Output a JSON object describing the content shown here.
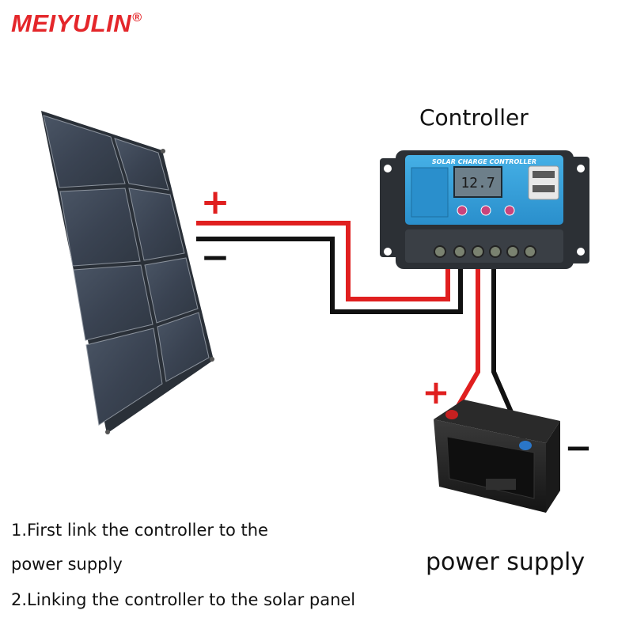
{
  "brand": {
    "name": "MEIYULIN",
    "mark": "®"
  },
  "controller": {
    "heading": "Controller",
    "panel_label": "SOLAR CHARGE CONTROLLER",
    "display_value": "12.7"
  },
  "battery": {
    "heading": "power supply"
  },
  "polarity": {
    "plus": "+",
    "minus": "−"
  },
  "steps": {
    "step1_line1": "1.First link the controller to the",
    "step1_line2": "power supply",
    "step2": "2.Linking the controller to the solar panel"
  },
  "colors": {
    "brand": "#e4262a",
    "positive_wire": "#e01f1f",
    "negative_wire": "#111111",
    "controller_face": "#2f9bd6",
    "controller_body": "#2c3035",
    "panel_cell": "#3c4553"
  },
  "icons": [
    "solar-panel",
    "charge-controller",
    "car-battery"
  ]
}
